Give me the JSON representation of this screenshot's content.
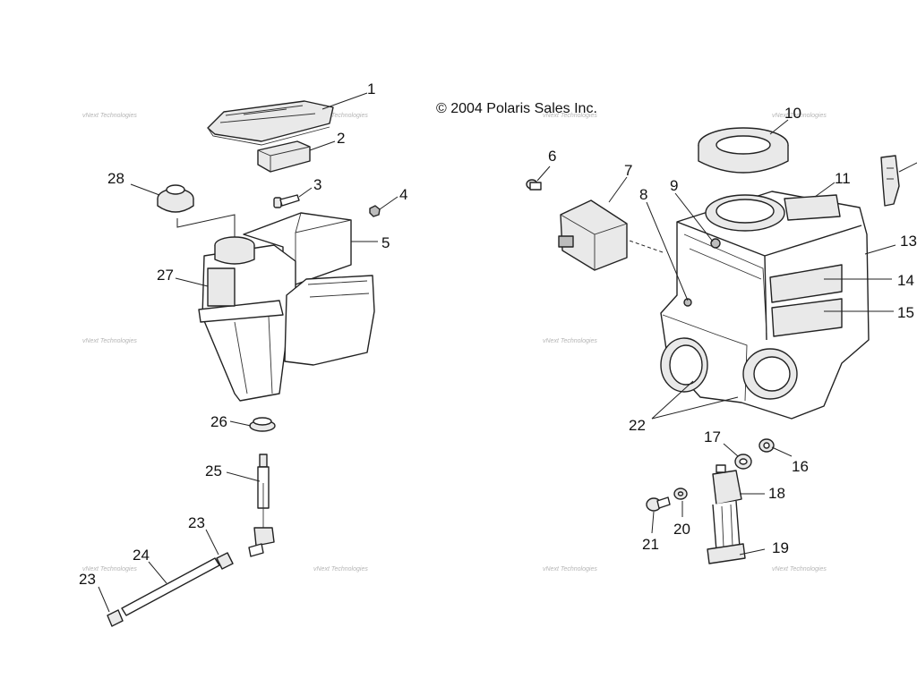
{
  "copyright": "© 2004 Polaris Sales Inc.",
  "watermark_text": "vNext Technologies",
  "callouts": [
    "1",
    "2",
    "3",
    "4",
    "5",
    "6",
    "7",
    "8",
    "9",
    "10",
    "11",
    "13",
    "14",
    "15",
    "16",
    "17",
    "18",
    "19",
    "20",
    "21",
    "22",
    "23",
    "23",
    "24",
    "25",
    "26",
    "27",
    "28"
  ]
}
